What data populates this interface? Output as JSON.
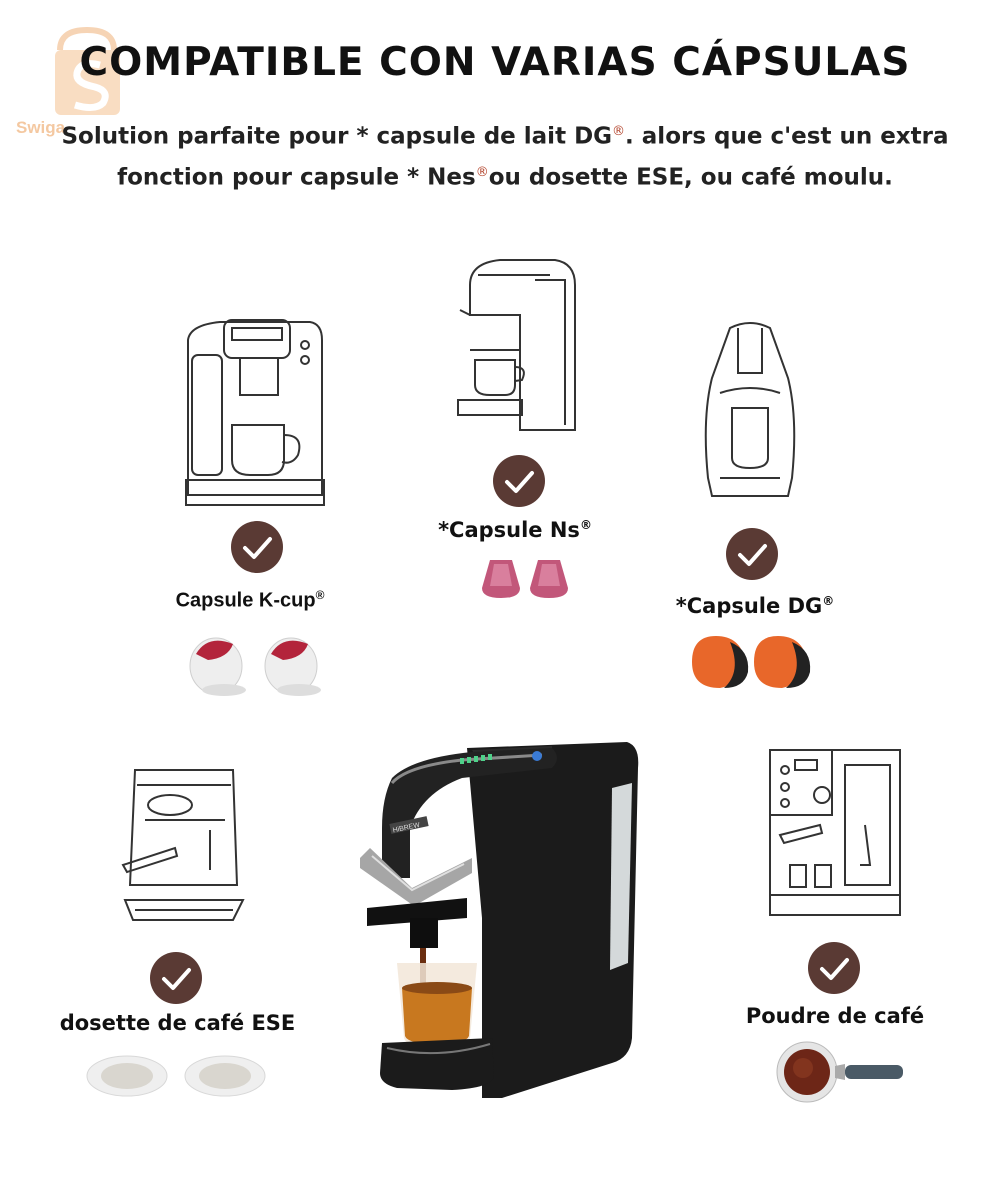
{
  "header": {
    "title": "COMPATIBLE CON VARIAS CÁPSULAS",
    "subtitle_line1_a": "Solution parfaite pour * capsule de lait DG",
    "subtitle_line1_b": ". alors que c'est un extra",
    "subtitle_line2_a": "fonction pour capsule * Nes",
    "subtitle_line2_b": "ou dosette ESE, ou café moulu.",
    "registered_mark": "®"
  },
  "watermark": {
    "text": "Swiga"
  },
  "items": [
    {
      "label": "Capsule K-cup",
      "mark": "®"
    },
    {
      "label": "*Capsule Ns",
      "mark": "®"
    },
    {
      "label": "*Capsule DG",
      "mark": "®"
    },
    {
      "label": "dosette de café ESE",
      "mark": ""
    },
    {
      "label": "Poudre de café",
      "mark": ""
    }
  ],
  "product": {
    "brand_text": "HiBREW"
  },
  "colors": {
    "check_bg": "#5a3a34",
    "ns_capsule": "#c2577a",
    "dg_capsule": "#e8672a",
    "kcup_lid": "#b3243b",
    "watermark": "#f0b27a"
  }
}
